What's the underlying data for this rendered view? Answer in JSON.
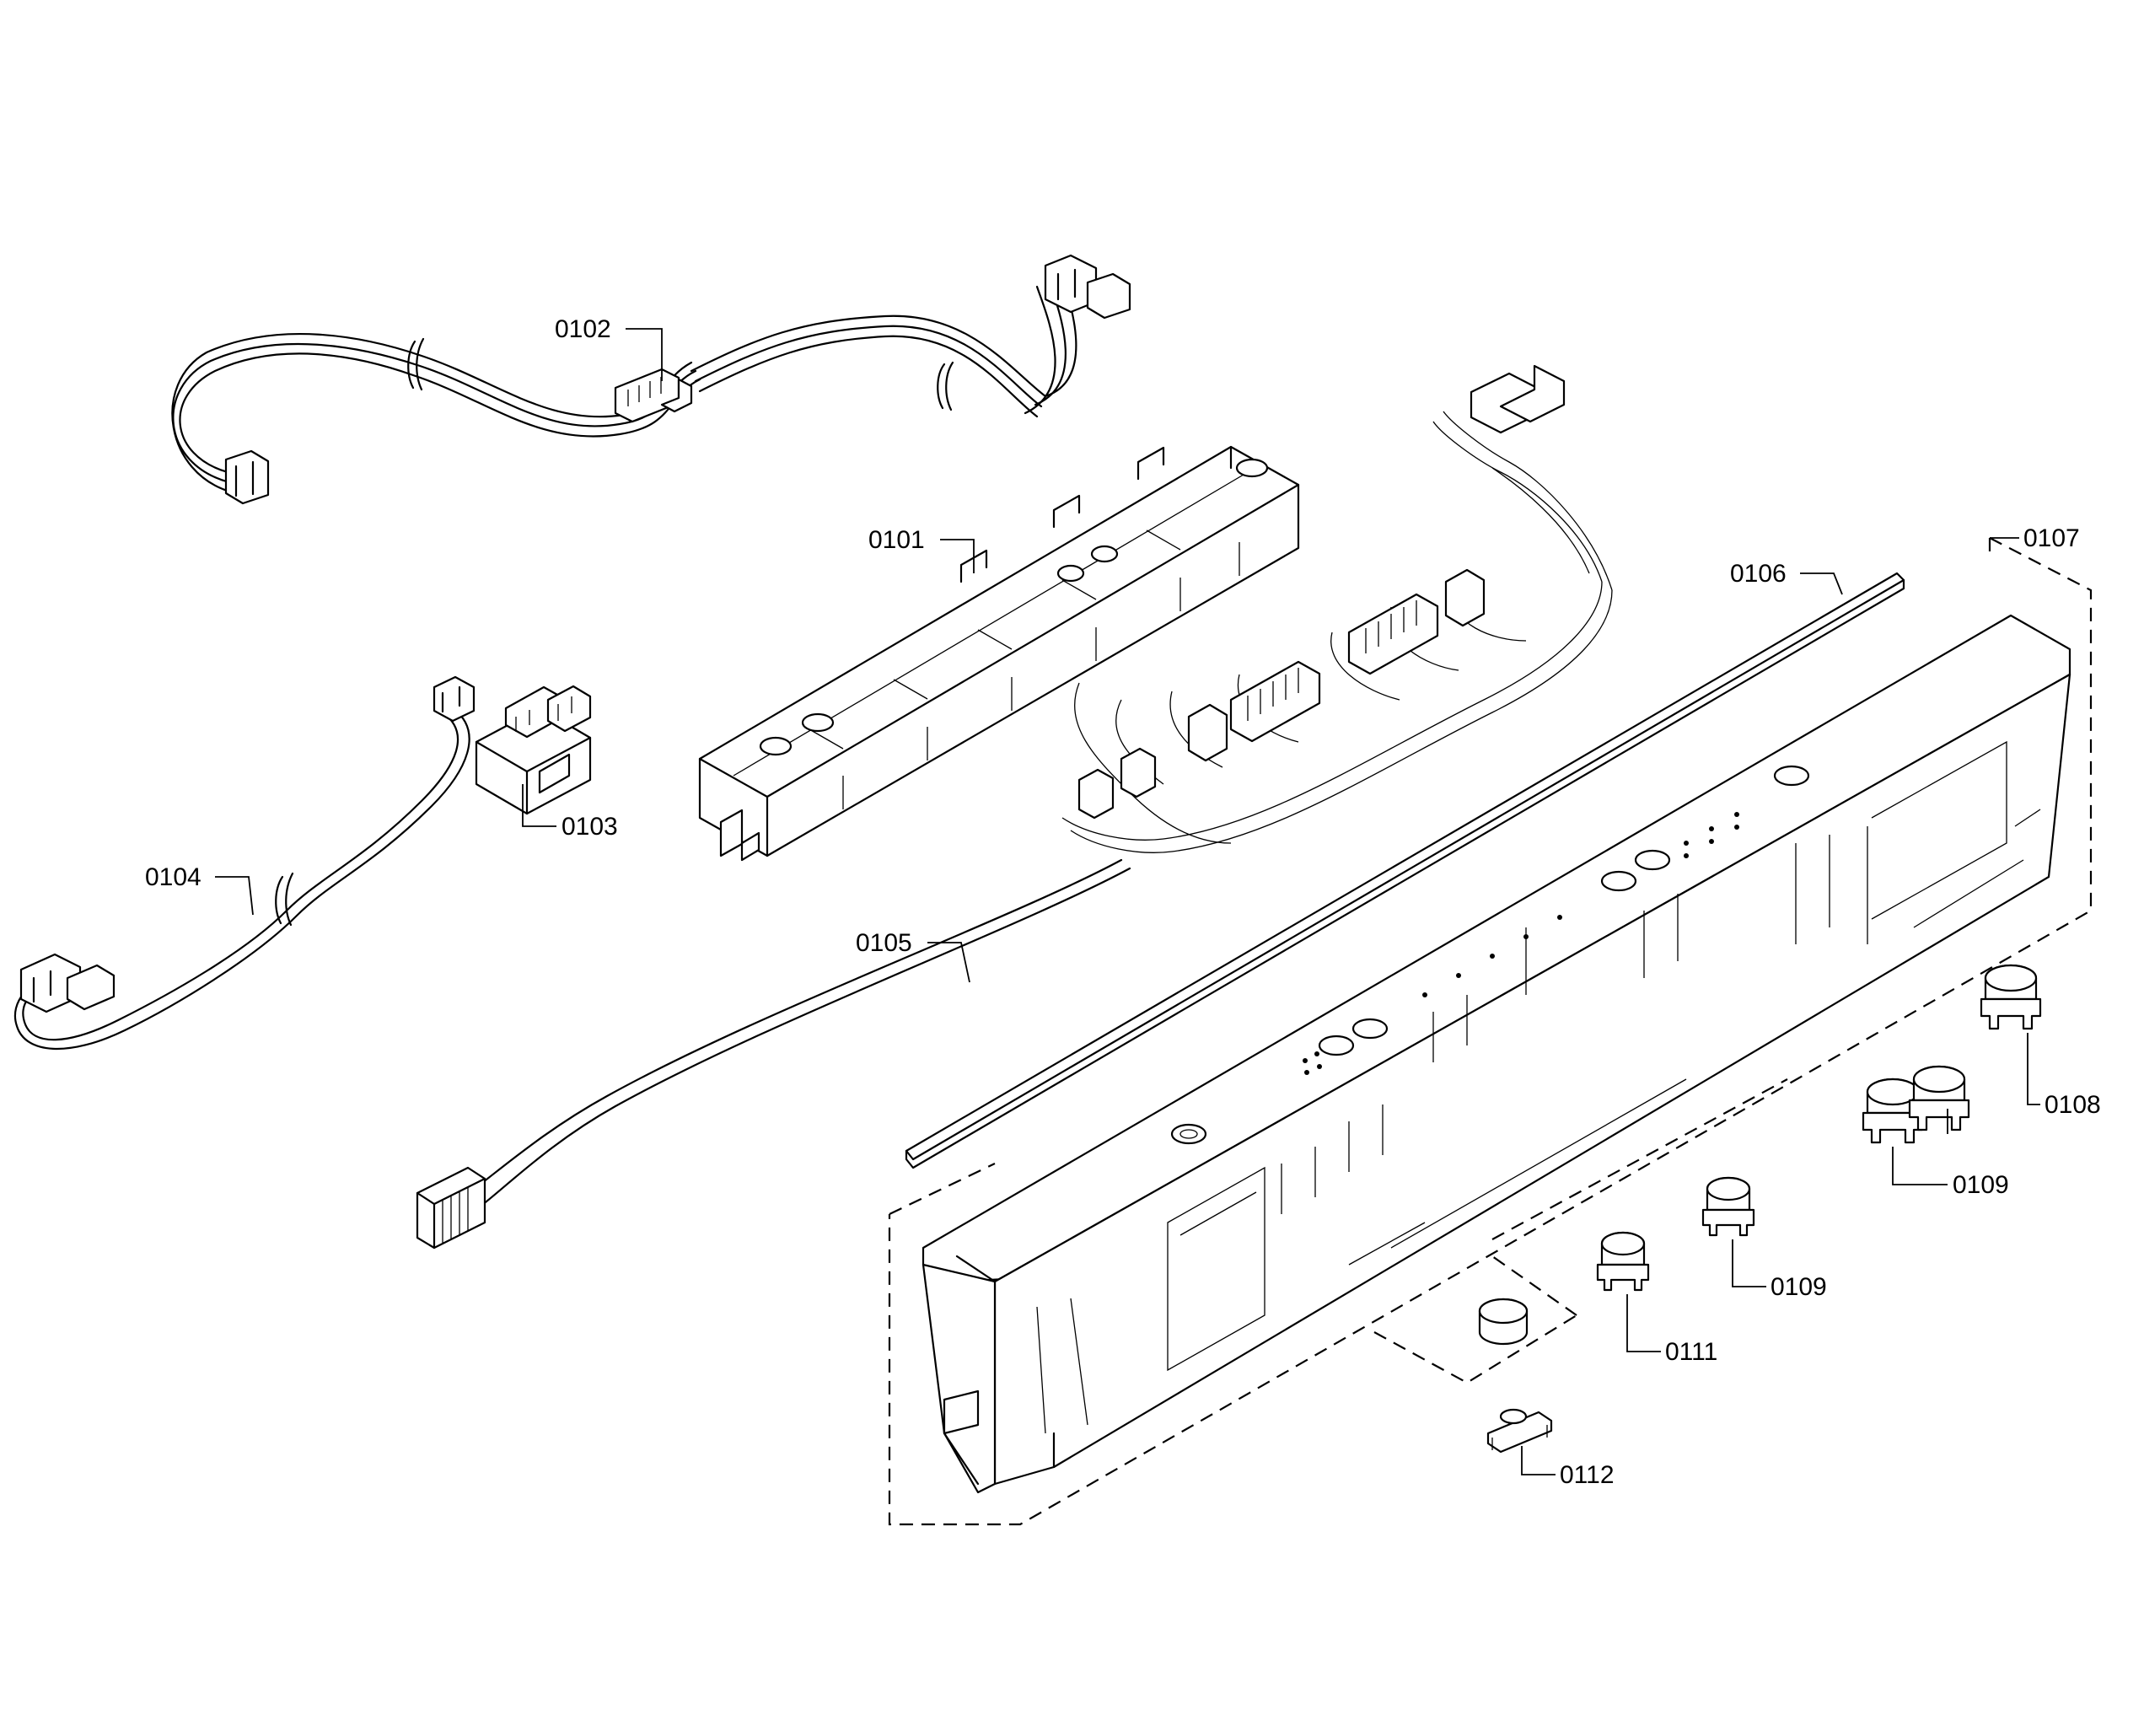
{
  "callouts": {
    "c0101": "0101",
    "c0102": "0102",
    "c0103": "0103",
    "c0104": "0104",
    "c0105": "0105",
    "c0106": "0106",
    "c0107": "0107",
    "c0108": "0108",
    "c0109a": "0109",
    "c0109b": "0109",
    "c0111": "0111",
    "c0112": "0112"
  }
}
